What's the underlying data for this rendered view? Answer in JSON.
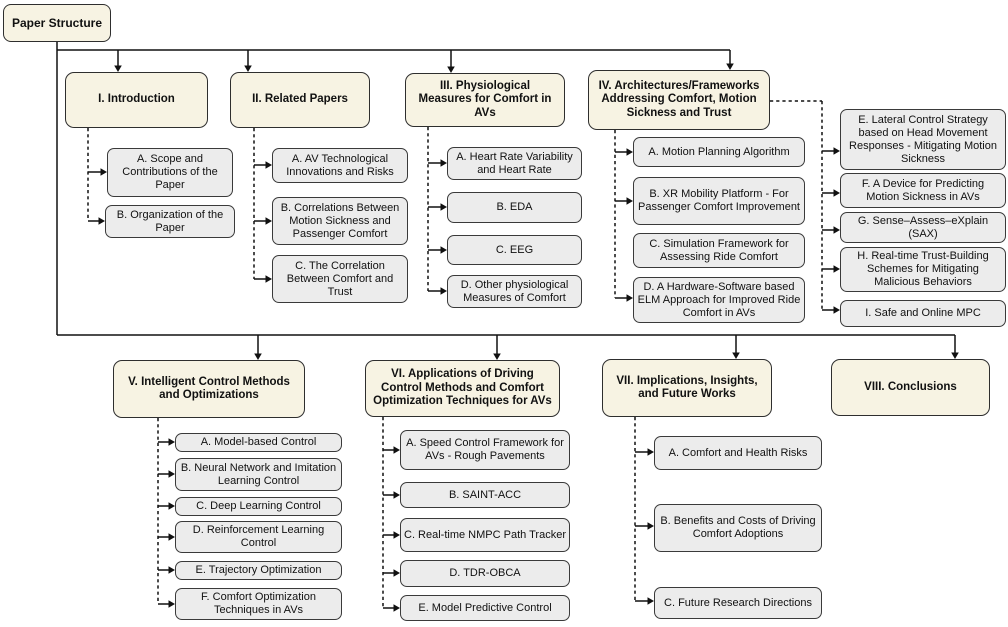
{
  "diagram": {
    "title_node": {
      "label": "Paper Structure"
    },
    "colors": {
      "level1_background": "#f7f3e3",
      "child_background": "#ececec",
      "border": "#2e2e2e",
      "line": "#111111"
    },
    "sections": [
      {
        "id": "s1",
        "label": "I. Introduction",
        "children": [
          "A. Scope and Contributions of the Paper",
          "B. Organization of the Paper"
        ]
      },
      {
        "id": "s2",
        "label": "II. Related Papers",
        "children": [
          "A. AV Technological Innovations and Risks",
          "B. Correlations Between Motion Sickness and Passenger Comfort",
          "C. The Correlation Between Comfort and Trust"
        ]
      },
      {
        "id": "s3",
        "label": "III. Physiological Measures for Comfort in AVs",
        "children": [
          "A. Heart Rate Variability and Heart Rate",
          "B. EDA",
          "C. EEG",
          "D. Other physiological Measures of Comfort"
        ]
      },
      {
        "id": "s4",
        "label": "IV. Architectures/Frameworks Addressing Comfort, Motion Sickness and Trust",
        "children": [
          "A. Motion Planning Algorithm",
          "B. XR Mobility Platform - For Passenger Comfort Improvement",
          "C. Simulation Framework for Assessing Ride Comfort",
          "D. A Hardware-Software based ELM Approach for Improved Ride Comfort in AVs",
          "E. Lateral Control Strategy based on Head Movement Responses - Mitigating Motion Sickness",
          "F. A Device for Predicting Motion Sickness in AVs",
          "G. Sense–Assess–eXplain (SAX)",
          "H. Real-time Trust-Building Schemes for Mitigating Malicious Behaviors",
          "I. Safe and Online MPC"
        ]
      },
      {
        "id": "s5",
        "label": "V. Intelligent Control Methods and Optimizations",
        "children": [
          "A. Model-based Control",
          "B. Neural Network and Imitation Learning Control",
          "C. Deep Learning Control",
          "D. Reinforcement Learning Control",
          "E. Trajectory Optimization",
          "F. Comfort Optimization Techniques in AVs"
        ]
      },
      {
        "id": "s6",
        "label": "VI. Applications of Driving Control Methods and Comfort Optimization Techniques for AVs",
        "children": [
          "A. Speed Control Framework for AVs - Rough Pavements",
          "B. SAINT-ACC",
          "C. Real-time NMPC Path Tracker",
          "D. TDR-OBCA",
          "E. Model Predictive Control"
        ]
      },
      {
        "id": "s7",
        "label": "VII. Implications, Insights, and Future Works",
        "children": [
          "A. Comfort and Health Risks",
          "B. Benefits and Costs of Driving Comfort Adoptions",
          "C. Future Research Directions"
        ]
      },
      {
        "id": "s8",
        "label": "VIII. Conclusions",
        "children": []
      }
    ]
  }
}
